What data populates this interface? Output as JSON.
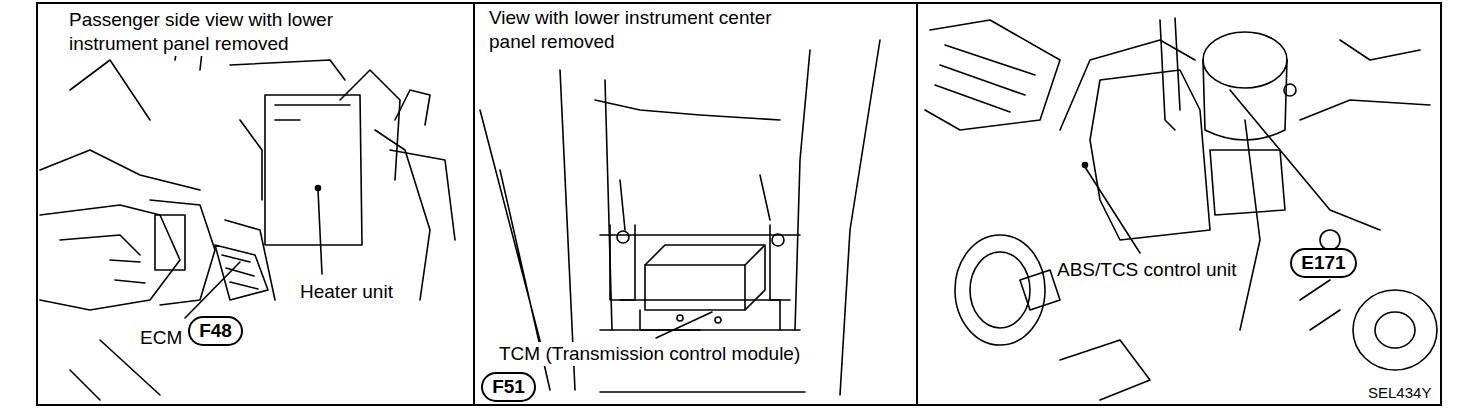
{
  "diagram": {
    "nodes": [
      {
        "text": [
          "Passenger side view with lower instrument panel removed",
          "Heater unit",
          "ECM"
        ]
      },
      {
        "text": [
          "F48"
        ],
        "in": 0
      },
      {
        "text": [
          "View with lower instrument center panel removed",
          "TCM (Transmission control module)"
        ]
      },
      {
        "text": [
          "F51"
        ],
        "in": 2
      },
      {
        "text": [
          "ABS/TCS control unit"
        ]
      },
      {
        "text": [
          "E171"
        ],
        "in": 4
      }
    ],
    "labels": [
      "SEL434Y"
    ]
  }
}
